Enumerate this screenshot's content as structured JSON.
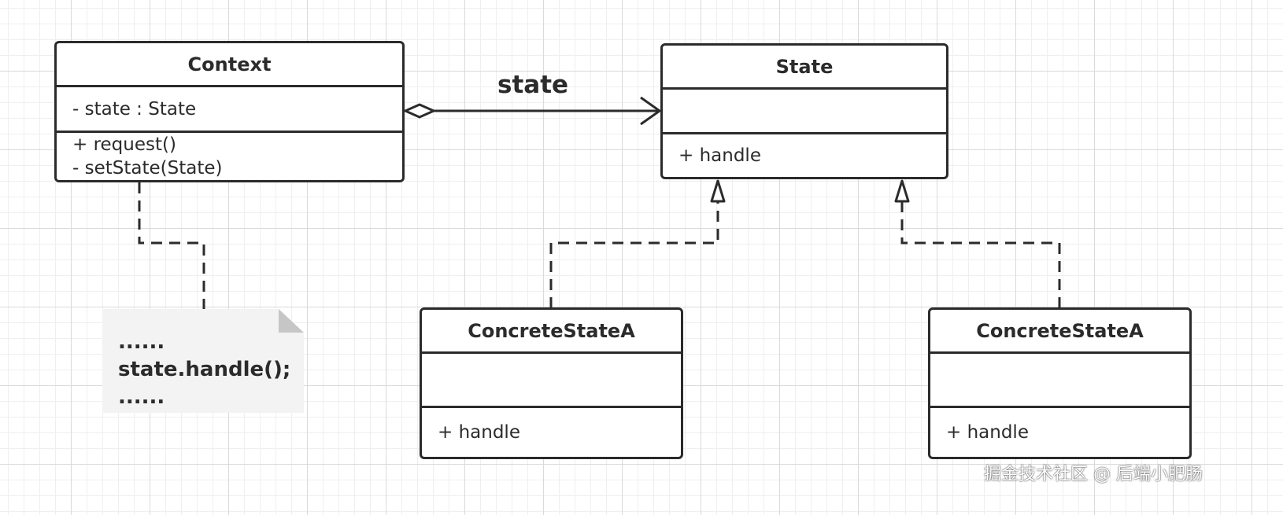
{
  "diagram": {
    "classes": {
      "context": {
        "name": "Context",
        "attributes": [
          "- state : State"
        ],
        "operations": [
          "+ request()",
          "- setState(State)"
        ]
      },
      "state": {
        "name": "State",
        "attributes": [],
        "operations": [
          "+ handle"
        ]
      },
      "concrete_left": {
        "name": "ConcreteStateA",
        "attributes": [],
        "operations": [
          "+ handle"
        ]
      },
      "concrete_right": {
        "name": "ConcreteStateA",
        "attributes": [],
        "operations": [
          "+ handle"
        ]
      }
    },
    "association": {
      "label": "state",
      "type": "aggregation",
      "from": "Context",
      "to": "State"
    },
    "realizations": [
      {
        "from": "ConcreteStateA",
        "to": "State"
      },
      {
        "from": "ConcreteStateA",
        "to": "State"
      }
    ],
    "note": {
      "lines": [
        "......",
        "state.handle();",
        "......"
      ],
      "attached_to": "Context"
    }
  },
  "watermark": "掘金技术社区 @ 后端小肥肠",
  "colors": {
    "stroke": "#2b2b2b",
    "note_fill": "#f3f3f3",
    "grid": "#dadada"
  }
}
